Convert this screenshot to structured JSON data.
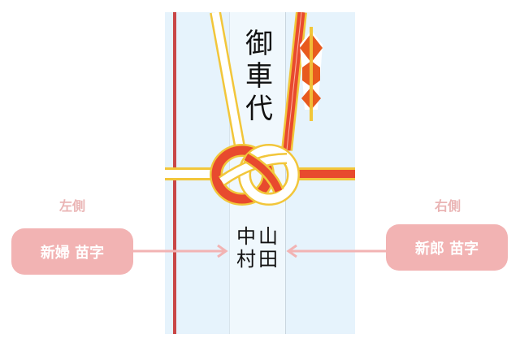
{
  "envelope": {
    "title_chars": [
      "御",
      "車",
      "代"
    ],
    "names": {
      "right_column": [
        "山",
        "田"
      ],
      "left_column": [
        "中",
        "村"
      ]
    },
    "colors": {
      "background": "#e6f3fc",
      "inner_strip": "#f0f8fd",
      "red_line": "#c94646",
      "cord_red": "#e84a2e",
      "cord_gold": "#f2c63a",
      "noshi_orange": "#e85a1e"
    }
  },
  "labels": {
    "left": {
      "side": "左側",
      "role": "新婦 苗字"
    },
    "right": {
      "side": "右側",
      "role": "新郎 苗字"
    }
  },
  "colors": {
    "pill": "#f2b3b3",
    "arrow": "#f2b3b3",
    "side_label": "#eab4b4"
  }
}
